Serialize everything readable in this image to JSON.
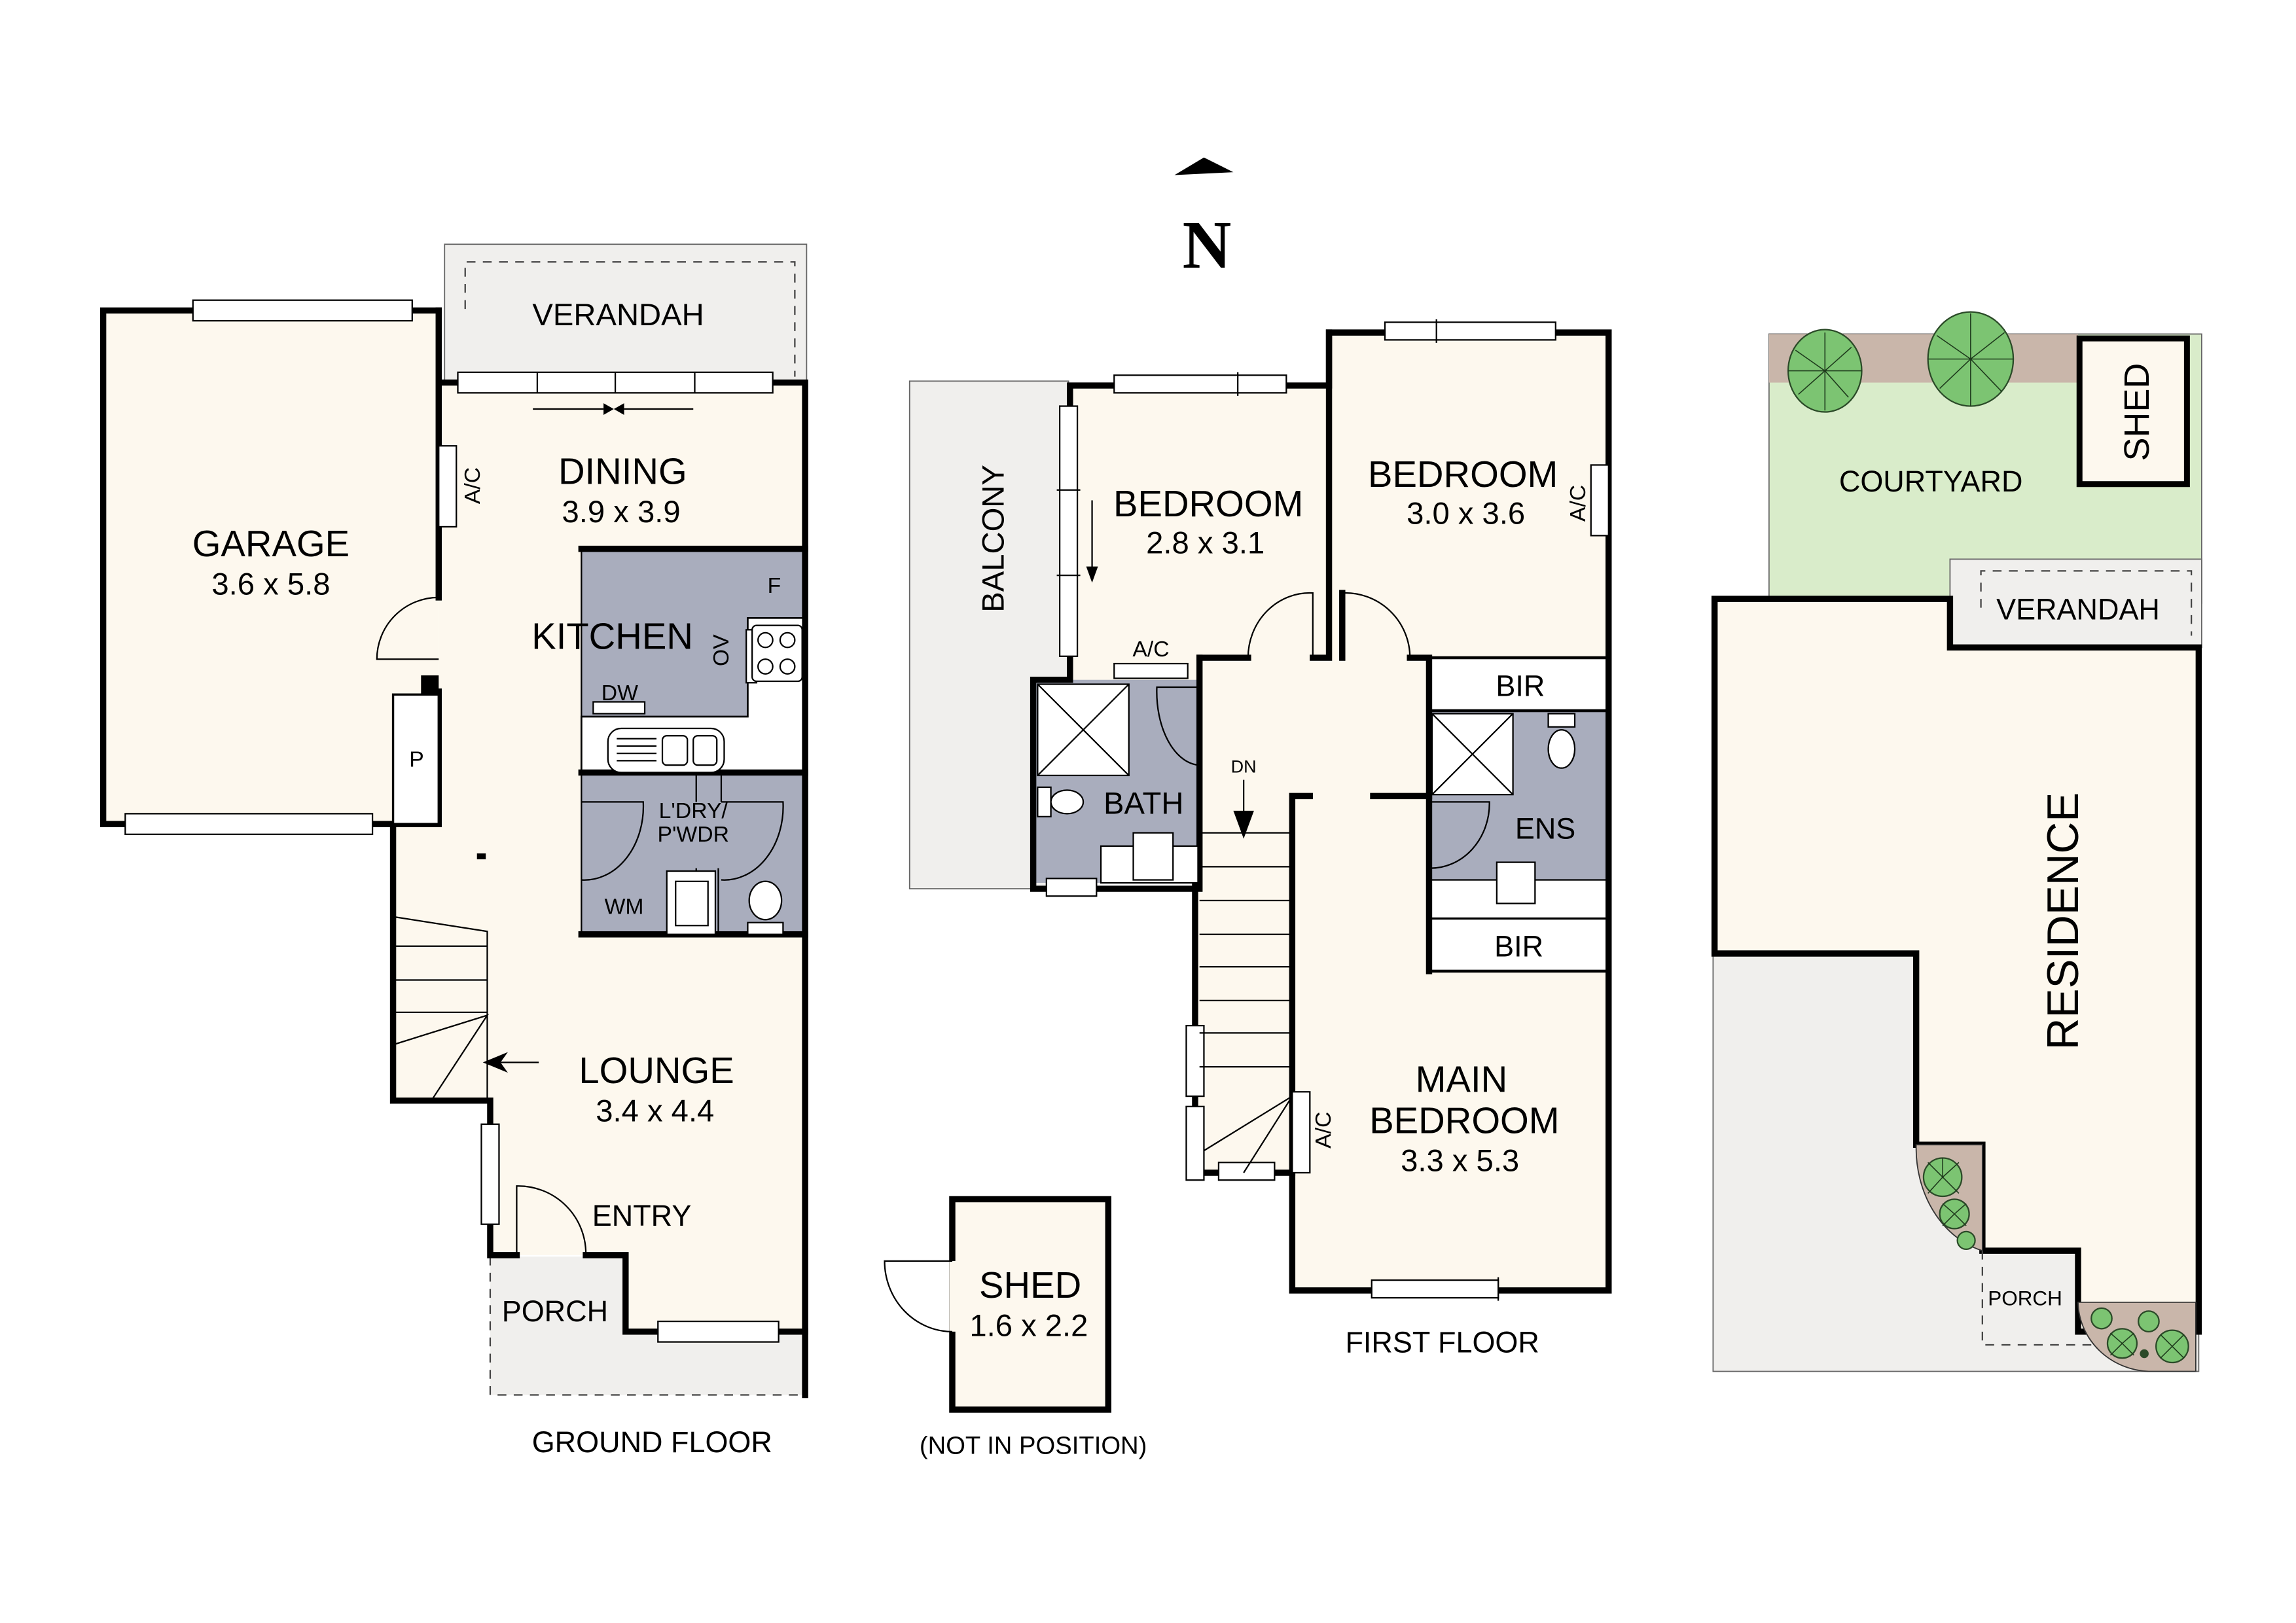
{
  "north_indicator": {
    "letter": "N",
    "icon": "north-arrow-icon"
  },
  "colors": {
    "interior_floor": "#fdf8ee",
    "wet_area": "#a9adbd",
    "outdoor_paving": "#f0efed",
    "lawn": "#d9ecca",
    "garden_bed": "#c9b6aa",
    "tree": "#7cc472",
    "wall": "#000000",
    "joinery": "#ffffff"
  },
  "ground_floor": {
    "caption": "GROUND FLOOR",
    "rooms": {
      "garage": {
        "name": "GARAGE",
        "dims": "3.6 x 5.8"
      },
      "verandah": {
        "name": "VERANDAH"
      },
      "dining": {
        "name": "DINING",
        "dims": "3.9 x 3.9"
      },
      "kitchen": {
        "name": "KITCHEN"
      },
      "laundry": {
        "name_line1": "L'DRY/",
        "name_line2": "P'WDR"
      },
      "lounge": {
        "name": "LOUNGE",
        "dims": "3.4 x 4.4"
      },
      "entry": {
        "name": "ENTRY"
      },
      "porch": {
        "name": "PORCH"
      }
    },
    "fixtures": {
      "ac": "A/C",
      "fridge": "F",
      "oven": "OV",
      "dishwasher": "DW",
      "pantry": "P",
      "washing_machine": "WM"
    }
  },
  "shed": {
    "name": "SHED",
    "dims": "1.6 x 2.2",
    "note": "(NOT IN POSITION)"
  },
  "first_floor": {
    "caption": "FIRST FLOOR",
    "rooms": {
      "balcony": {
        "name": "BALCONY"
      },
      "bedroom_2": {
        "name": "BEDROOM",
        "dims": "2.8 x 3.1"
      },
      "bedroom_3": {
        "name": "BEDROOM",
        "dims": "3.0 x 3.6"
      },
      "bath": {
        "name": "BATH"
      },
      "bir_upper": {
        "name": "BIR"
      },
      "ensuite": {
        "name": "ENS"
      },
      "bir_lower": {
        "name": "BIR"
      },
      "main_bedroom": {
        "name_line1": "MAIN",
        "name_line2": "BEDROOM",
        "dims": "3.3 x 5.3"
      }
    },
    "fixtures": {
      "ac_bedroom2": "A/C",
      "ac_bedroom3": "A/C",
      "ac_main": "A/C",
      "stair_down": "DN"
    }
  },
  "site_plan": {
    "courtyard": "COURTYARD",
    "shed": "SHED",
    "verandah": "VERANDAH",
    "residence": "RESIDENCE",
    "porch": "PORCH"
  }
}
